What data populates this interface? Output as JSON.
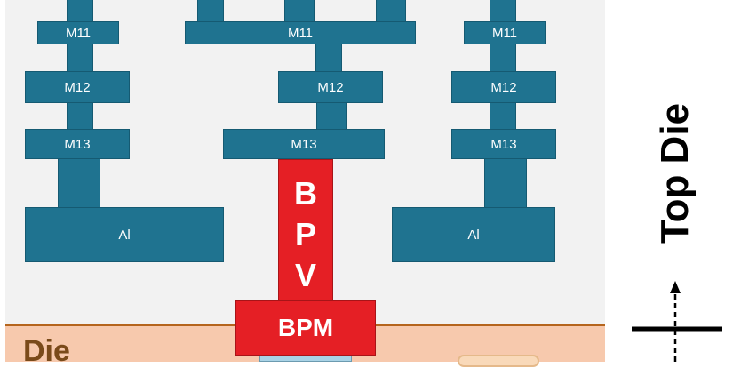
{
  "diagram": {
    "top_die_label": "Top Die",
    "die_label": "Die",
    "stacks": [
      {
        "m11": "M11",
        "m12": "M12",
        "m13": "M13",
        "al": "Al"
      },
      {
        "m11": "M11",
        "m12": "M12",
        "m13": "M13"
      },
      {
        "m11": "M11",
        "m12": "M12",
        "m13": "M13",
        "al": "Al"
      }
    ],
    "bpv_letters": [
      "B",
      "P",
      "V"
    ],
    "bpm_label": "BPM",
    "colors": {
      "metal": "#1f7390",
      "bpv": "#e51f25",
      "die_bg": "#f2f2f2",
      "die_band": "#f7c9ad",
      "die_border": "#b5651d"
    }
  }
}
